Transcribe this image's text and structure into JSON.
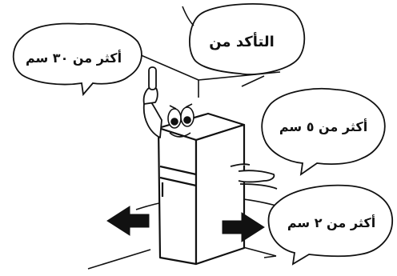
{
  "bubbles": {
    "top_center": "التأكد من",
    "top_left": "أكثر من ٣٠ سم",
    "right_middle": "أكثر من ٥ سم",
    "bottom_right": "أكثر من ٢ سم"
  },
  "colors": {
    "line": "#111111",
    "background": "#ffffff",
    "arrow_fill": "#111111"
  }
}
